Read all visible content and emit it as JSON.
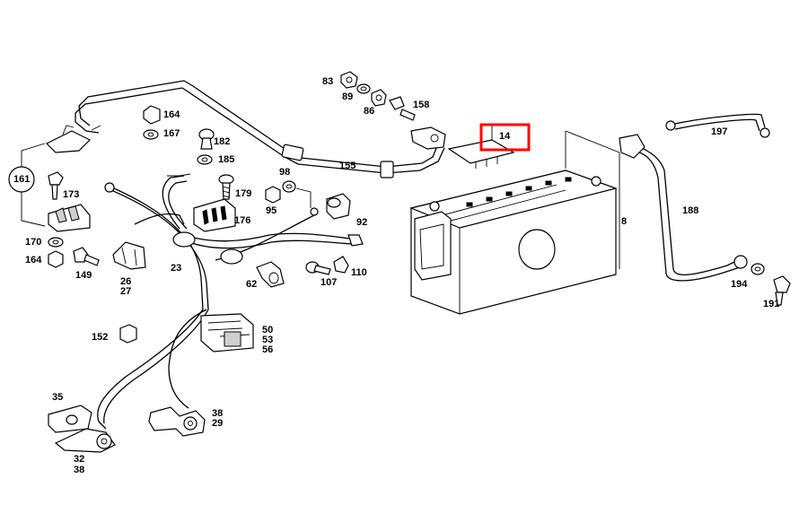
{
  "highlight_color": "#ff0000",
  "callouts": {
    "p83": "83",
    "p89": "89",
    "p86": "86",
    "p158": "158",
    "p14": "14",
    "p197": "197",
    "p164a": "164",
    "p167": "167",
    "p182": "182",
    "p185": "185",
    "p161": "161",
    "p173": "173",
    "p170": "170",
    "p164b": "164",
    "p149": "149",
    "p179": "179",
    "p176": "176",
    "p98": "98",
    "p95": "95",
    "p92": "92",
    "p155": "155",
    "p188": "188",
    "p8": "8",
    "p23": "23",
    "p26": "26",
    "p27": "27",
    "p62": "62",
    "p107": "107",
    "p110": "110",
    "p194": "194",
    "p191": "191",
    "p152": "152",
    "p50": "50",
    "p53": "53",
    "p56": "56",
    "p35": "35",
    "p32": "32",
    "p38a": "38",
    "p38b": "38",
    "p29": "29"
  }
}
